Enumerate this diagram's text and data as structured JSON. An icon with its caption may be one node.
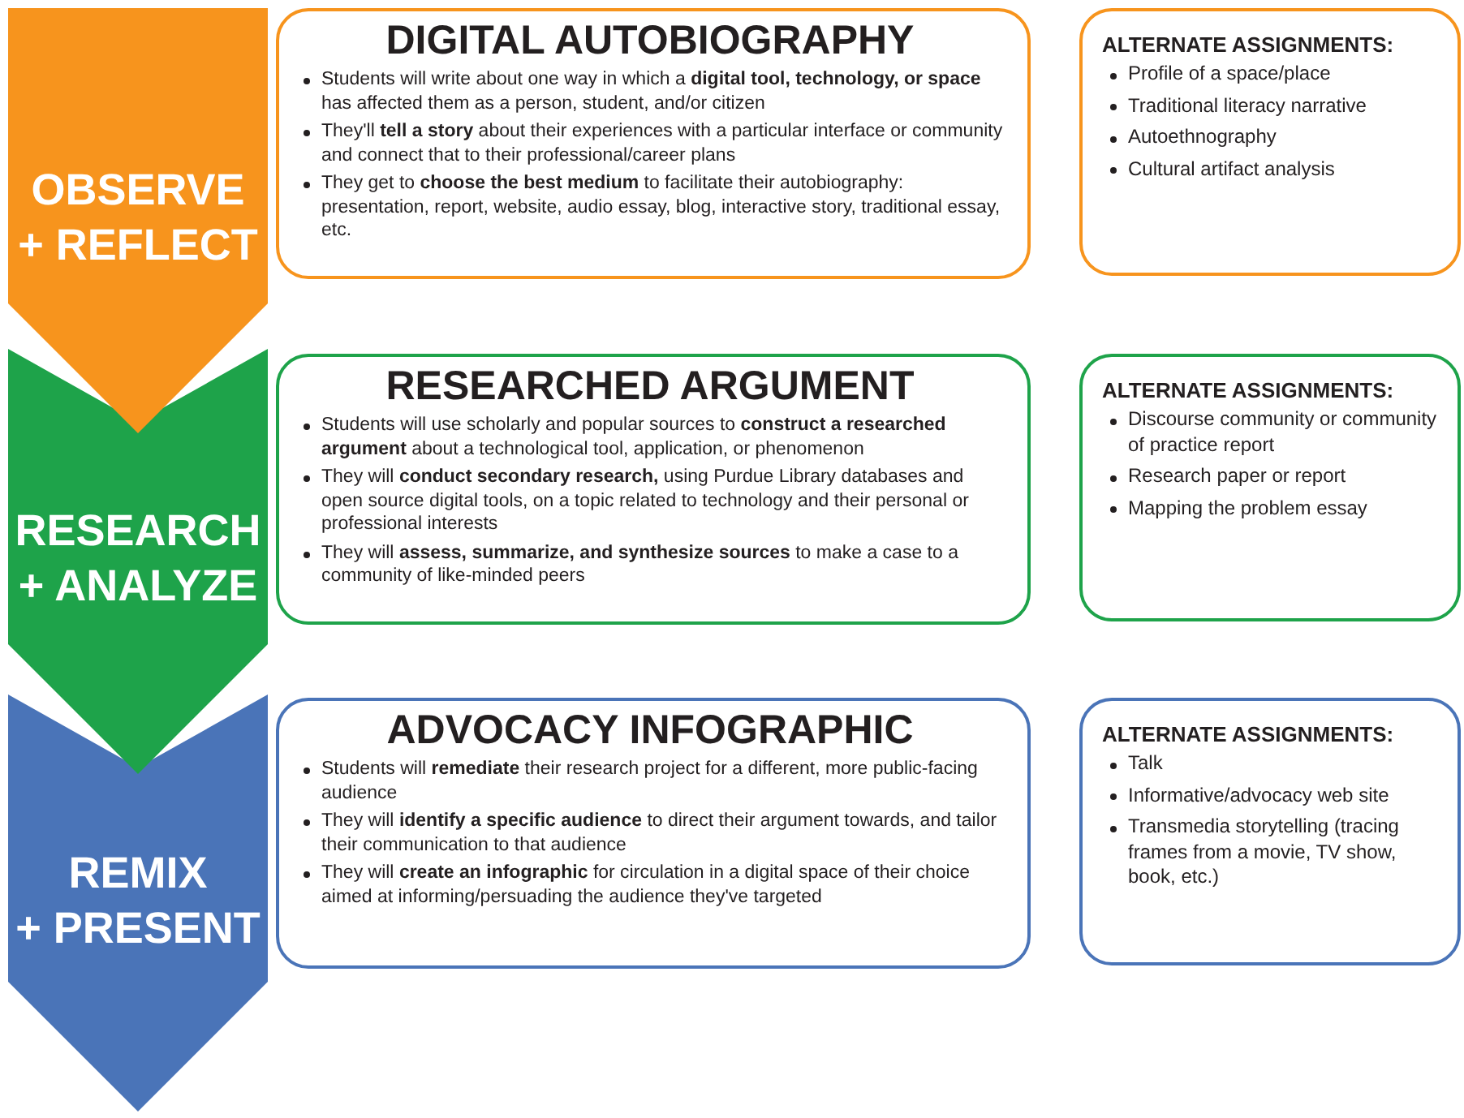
{
  "diagram": {
    "nodes": [
      {
        "text": [
          "OBSERVE",
          "+ REFLECT"
        ]
      },
      {
        "text": [
          "DIGITAL AUTOBIOGRAPHY",
          "Students will write about one way in which a **digital tool, technology, or space** has affected them as a person, student, and/or citizen",
          "They'll **tell a story** about their experiences with a particular interface or community and connect that to their professional/career plans",
          "They get to **choose the best medium** to facilitate their autobiography: presentation, report, website, audio essay, blog, interactive story, traditional essay, etc."
        ]
      },
      {
        "text": [
          "ALTERNATE ASSIGNMENTS:",
          "Profile of a space/place",
          "Traditional literacy narrative",
          "Autoethnography",
          "Cultural artifact analysis"
        ]
      },
      {
        "text": [
          "RESEARCH",
          "+ ANALYZE"
        ]
      },
      {
        "text": [
          "RESEARCHED ARGUMENT",
          "Students will use scholarly and popular sources to **construct a researched argument** about a technological tool, application, or phenomenon",
          "They will **conduct secondary research,** using Purdue Library databases and open source digital tools, on a topic related to technology and their personal or professional interests",
          "They will **assess, summarize, and synthesize sources** to make a case to a community of like-minded peers"
        ]
      },
      {
        "text": [
          "ALTERNATE ASSIGNMENTS:",
          "Discourse community or community of practice report",
          "Research paper or report",
          "Mapping the problem essay"
        ]
      },
      {
        "text": [
          "REMIX",
          "+ PRESENT"
        ]
      },
      {
        "text": [
          "ADVOCACY INFOGRAPHIC",
          "Students will **remediate** their research project for a different, more public-facing audience",
          "They will **identify a specific audience** to direct their argument towards, and tailor their communication to that audience",
          "They will **create an infographic** for circulation in a digital space of their choice aimed at informing/persuading the audience they've targeted"
        ]
      },
      {
        "text": [
          "ALTERNATE ASSIGNMENTS:",
          "Talk",
          "Informative/advocacy web site",
          "Transmedia storytelling (tracing frames from a movie, TV show, book, etc.)"
        ]
      }
    ]
  }
}
